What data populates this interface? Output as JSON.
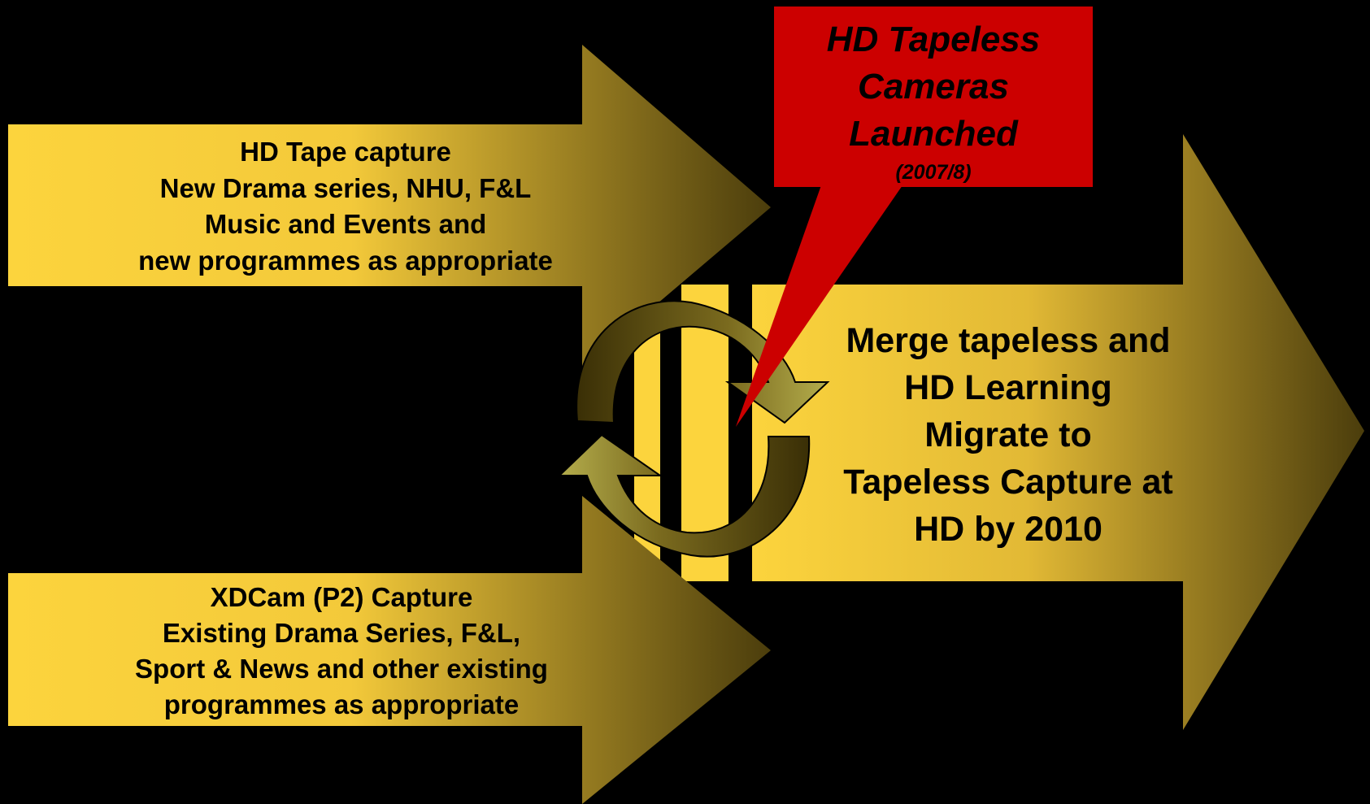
{
  "top_arrow": {
    "lines": [
      "HD Tape capture",
      "New Drama series, NHU, F&L",
      "Music and Events and",
      "new programmes as appropriate"
    ]
  },
  "bottom_arrow": {
    "lines": [
      "XDCam (P2) Capture",
      "Existing Drama Series, F&L,",
      "Sport & News and other existing",
      "programmes as appropriate"
    ]
  },
  "right_arrow": {
    "lines": [
      "Merge tapeless and",
      "HD Learning",
      "Migrate to",
      "Tapeless Capture at",
      "HD by 2010"
    ]
  },
  "callout": {
    "lines": [
      "HD Tapeless",
      "Cameras",
      "Launched"
    ],
    "year": "(2007/8)"
  },
  "colors": {
    "background": "#000000",
    "arrow_light": "#fcd43d",
    "arrow_dark": "#4d3e0c",
    "callout": "#cc0000"
  }
}
